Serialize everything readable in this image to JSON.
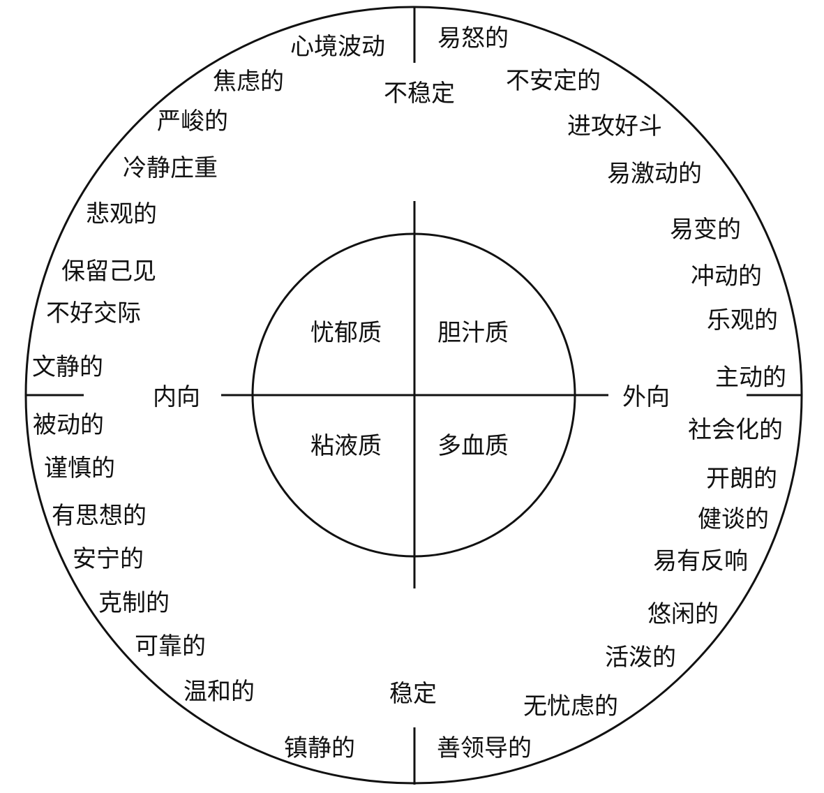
{
  "axes": {
    "top": "不稳定",
    "bottom": "稳定",
    "left": "内向",
    "right": "外向"
  },
  "quadrants": {
    "top_left": "忧郁质",
    "top_right": "胆汁质",
    "bottom_left": "粘液质",
    "bottom_right": "多血质"
  },
  "traits": {
    "top_left": [
      "心境波动",
      "焦虑的",
      "严峻的",
      "冷静庄重",
      "悲观的",
      "保留己见",
      "不好交际",
      "文静的"
    ],
    "top_right": [
      "易怒的",
      "不安定的",
      "进攻好斗",
      "易激动的",
      "易变的",
      "冲动的",
      "乐观的",
      "主动的"
    ],
    "bottom_left": [
      "被动的",
      "谨慎的",
      "有思想的",
      "安宁的",
      "克制的",
      "可靠的",
      "温和的",
      "镇静的"
    ],
    "bottom_right": [
      "社会化的",
      "开朗的",
      "健谈的",
      "易有反响",
      "悠闲的",
      "活泼的",
      "无忧虑的",
      "善领导的"
    ]
  },
  "colors": {
    "ink": "#111111",
    "background": "#ffffff"
  }
}
